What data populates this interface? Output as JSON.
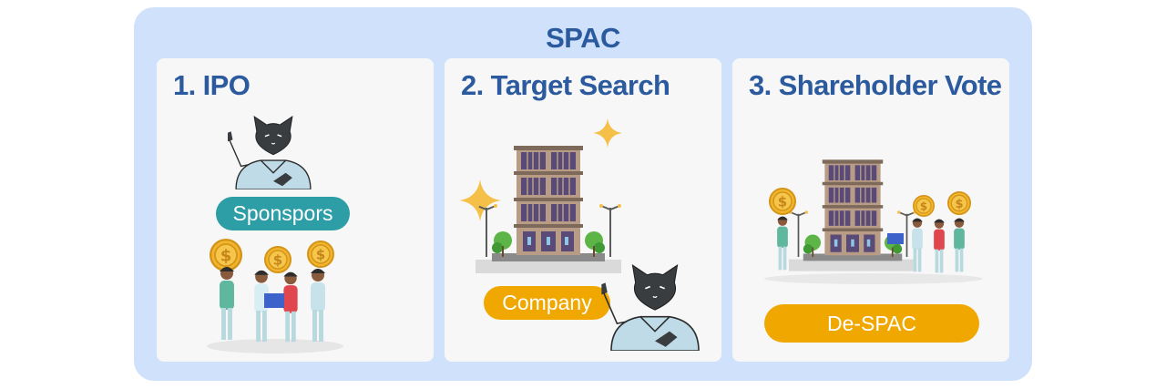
{
  "header": {
    "title": "SPAC"
  },
  "steps": [
    {
      "title": "1. IPO",
      "label": "Sponspors"
    },
    {
      "title": "2. Target Search",
      "label": "Company"
    },
    {
      "title": "3. Shareholder Vote",
      "label": "De-SPAC"
    }
  ],
  "colors": {
    "container": "#cfe1fb",
    "card": "#f7f7f8",
    "title_text": "#2c5a9e",
    "teal_pill": "#2e9ea6",
    "gold_pill": "#f0a800",
    "coin": "#f2b62c",
    "building": "#b89c86"
  },
  "icons": [
    "cat-presenter-icon",
    "coin-crowd-icon",
    "building-icon",
    "sparkle-icon"
  ]
}
